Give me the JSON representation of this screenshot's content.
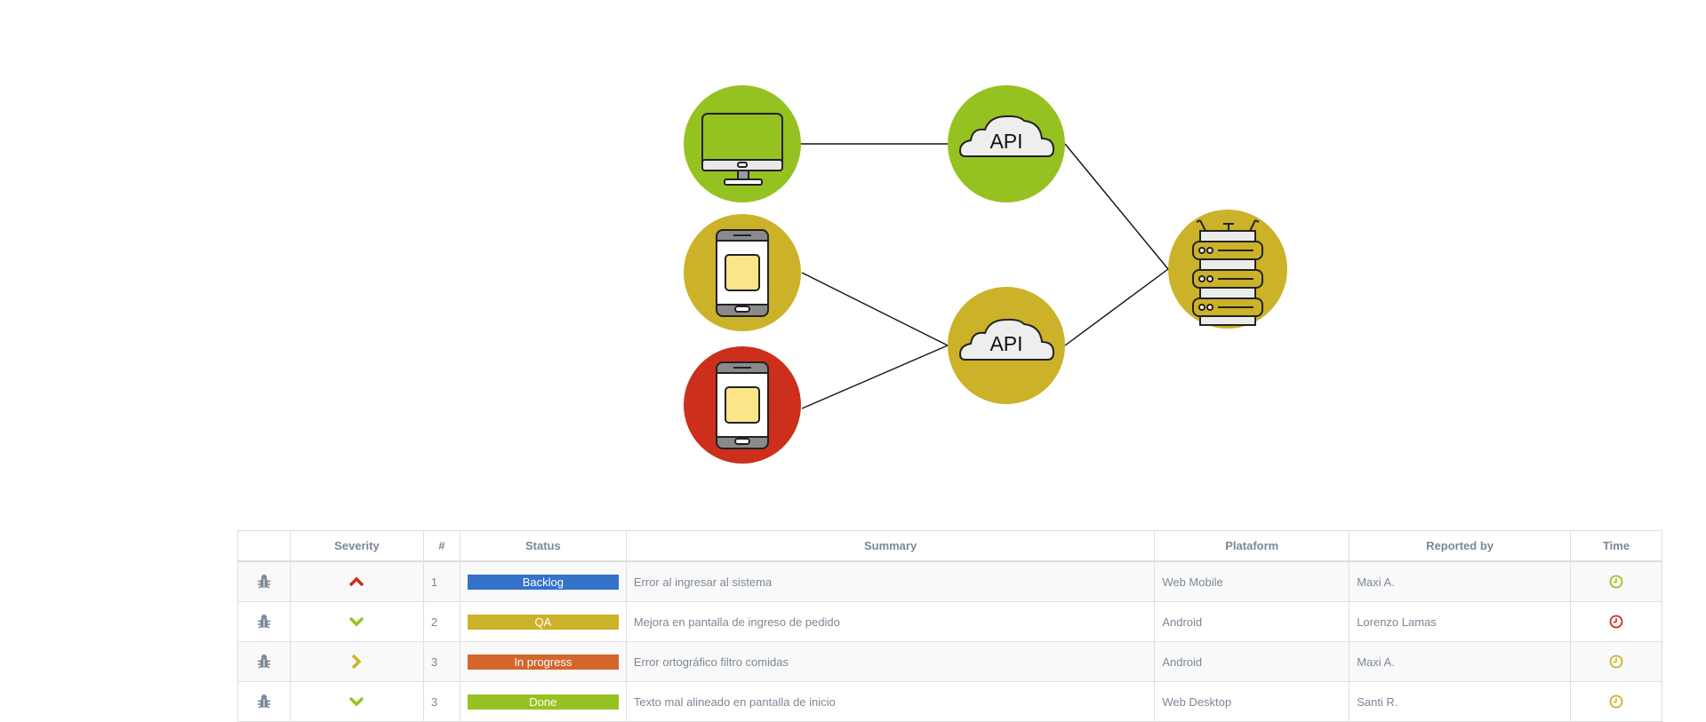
{
  "colors": {
    "green": "#96c221",
    "gold": "#cbb228",
    "red": "#cc2f1c",
    "blue": "#3471c9",
    "orange": "#d4652b",
    "text": "#7b8896",
    "border": "#dedede"
  },
  "diagram": {
    "nodes": [
      {
        "id": "web-desktop-client",
        "icon": "monitor-icon",
        "color": "green"
      },
      {
        "id": "android-client",
        "icon": "smartphone-icon",
        "color": "gold"
      },
      {
        "id": "mobile-client",
        "icon": "smartphone-icon",
        "color": "red"
      },
      {
        "id": "api-top",
        "icon": "cloud-icon",
        "label": "API",
        "color": "green"
      },
      {
        "id": "api-bottom",
        "icon": "cloud-icon",
        "label": "API",
        "color": "gold"
      },
      {
        "id": "server",
        "icon": "server-icon",
        "color": "gold"
      }
    ]
  },
  "table": {
    "headers": [
      "",
      "Severity",
      "#",
      "Status",
      "Summary",
      "Plataform",
      "Reported by",
      "Time"
    ],
    "rows": [
      {
        "bug_icon": "bug-icon",
        "severity": "chevron-up-icon",
        "severity_color": "#cc2f1c",
        "num": "1",
        "status": "Backlog",
        "status_color": "#3471c9",
        "summary": "Error al ingresar al sistema",
        "platform": "Web Mobile",
        "reporter": "Maxi A.",
        "time_icon": "clock-icon",
        "time_color": "#96c221"
      },
      {
        "bug_icon": "bug-icon",
        "severity": "chevron-down-icon",
        "severity_color": "#96c221",
        "num": "2",
        "status": "QA",
        "status_color": "#cbb228",
        "summary": "Mejora en pantalla de ingreso de pedido",
        "platform": "Android",
        "reporter": "Lorenzo Lamas",
        "time_icon": "clock-icon",
        "time_color": "#cc2f1c"
      },
      {
        "bug_icon": "bug-icon",
        "severity": "chevron-right-icon",
        "severity_color": "#cbb228",
        "num": "3",
        "status": "In progress",
        "status_color": "#d4652b",
        "summary": "Error ortográfico filtro comidas",
        "platform": "Android",
        "reporter": "Maxi A.",
        "time_icon": "clock-icon",
        "time_color": "#cbb228"
      },
      {
        "bug_icon": "bug-icon",
        "severity": "chevron-down-icon",
        "severity_color": "#96c221",
        "num": "3",
        "status": "Done",
        "status_color": "#96c221",
        "summary": "Texto mal alineado en pantalla de inicio",
        "platform": "Web Desktop",
        "reporter": "Santi R.",
        "time_icon": "clock-icon",
        "time_color": "#cbb228"
      }
    ]
  }
}
